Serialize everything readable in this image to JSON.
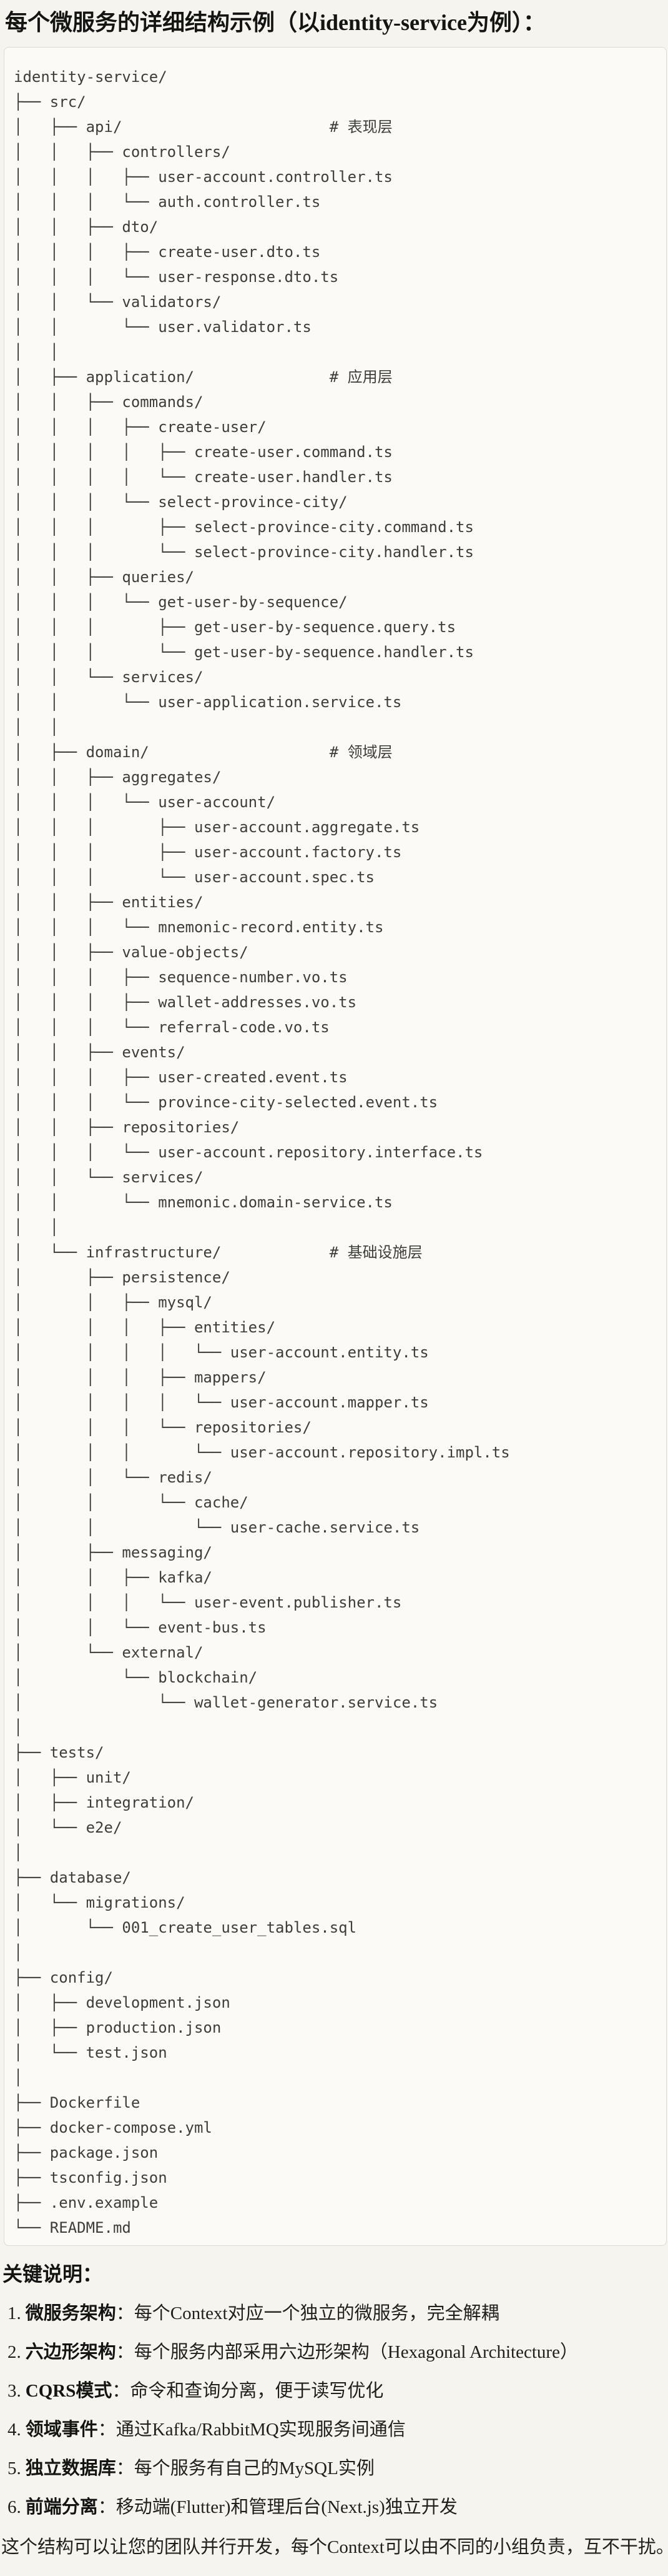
{
  "page": {
    "title": "每个微服务的详细结构示例（以identity-service为例）："
  },
  "tree": {
    "lines": [
      "identity-service/",
      "├── src/",
      "│   ├── api/                       # 表现层",
      "│   │   ├── controllers/",
      "│   │   │   ├── user-account.controller.ts",
      "│   │   │   └── auth.controller.ts",
      "│   │   ├── dto/",
      "│   │   │   ├── create-user.dto.ts",
      "│   │   │   └── user-response.dto.ts",
      "│   │   └── validators/",
      "│   │       └── user.validator.ts",
      "│   │",
      "│   ├── application/               # 应用层",
      "│   │   ├── commands/",
      "│   │   │   ├── create-user/",
      "│   │   │   │   ├── create-user.command.ts",
      "│   │   │   │   └── create-user.handler.ts",
      "│   │   │   └── select-province-city/",
      "│   │   │       ├── select-province-city.command.ts",
      "│   │   │       └── select-province-city.handler.ts",
      "│   │   ├── queries/",
      "│   │   │   └── get-user-by-sequence/",
      "│   │   │       ├── get-user-by-sequence.query.ts",
      "│   │   │       └── get-user-by-sequence.handler.ts",
      "│   │   └── services/",
      "│   │       └── user-application.service.ts",
      "│   │",
      "│   ├── domain/                    # 领域层",
      "│   │   ├── aggregates/",
      "│   │   │   └── user-account/",
      "│   │   │       ├── user-account.aggregate.ts",
      "│   │   │       ├── user-account.factory.ts",
      "│   │   │       └── user-account.spec.ts",
      "│   │   ├── entities/",
      "│   │   │   └── mnemonic-record.entity.ts",
      "│   │   ├── value-objects/",
      "│   │   │   ├── sequence-number.vo.ts",
      "│   │   │   ├── wallet-addresses.vo.ts",
      "│   │   │   └── referral-code.vo.ts",
      "│   │   ├── events/",
      "│   │   │   ├── user-created.event.ts",
      "│   │   │   └── province-city-selected.event.ts",
      "│   │   ├── repositories/",
      "│   │   │   └── user-account.repository.interface.ts",
      "│   │   └── services/",
      "│   │       └── mnemonic.domain-service.ts",
      "│   │",
      "│   └── infrastructure/            # 基础设施层",
      "│       ├── persistence/",
      "│       │   ├── mysql/",
      "│       │   │   ├── entities/",
      "│       │   │   │   └── user-account.entity.ts",
      "│       │   │   ├── mappers/",
      "│       │   │   │   └── user-account.mapper.ts",
      "│       │   │   └── repositories/",
      "│       │   │       └── user-account.repository.impl.ts",
      "│       │   └── redis/",
      "│       │       └── cache/",
      "│       │           └── user-cache.service.ts",
      "│       ├── messaging/",
      "│       │   ├── kafka/",
      "│       │   │   └── user-event.publisher.ts",
      "│       │   └── event-bus.ts",
      "│       └── external/",
      "│           └── blockchain/",
      "│               └── wallet-generator.service.ts",
      "│",
      "├── tests/",
      "│   ├── unit/",
      "│   ├── integration/",
      "│   └── e2e/",
      "│",
      "├── database/",
      "│   └── migrations/",
      "│       └── 001_create_user_tables.sql",
      "│",
      "├── config/",
      "│   ├── development.json",
      "│   ├── production.json",
      "│   └── test.json",
      "│",
      "├── Dockerfile",
      "├── docker-compose.yml",
      "├── package.json",
      "├── tsconfig.json",
      "├── .env.example",
      "└── README.md"
    ]
  },
  "notes": {
    "heading": "关键说明：",
    "items": [
      {
        "num": "1.",
        "label": "微服务架构",
        "text": "：每个Context对应一个独立的微服务，完全解耦"
      },
      {
        "num": "2.",
        "label": "六边形架构",
        "text": "：每个服务内部采用六边形架构（Hexagonal Architecture）"
      },
      {
        "num": "3.",
        "label": "CQRS模式",
        "text": "：命令和查询分离，便于读写优化"
      },
      {
        "num": "4.",
        "label": "领域事件",
        "text": "：通过Kafka/RabbitMQ实现服务间通信"
      },
      {
        "num": "5.",
        "label": "独立数据库",
        "text": "：每个服务有自己的MySQL实例"
      },
      {
        "num": "6.",
        "label": "前端分离",
        "text": "：移动端(Flutter)和管理后台(Next.js)独立开发"
      }
    ],
    "conclusion": "这个结构可以让您的团队并行开发，每个Context可以由不同的小组负责，互不干扰。"
  },
  "colors": {
    "page_bg": "#f6f4ef",
    "code_bg": "#fbfaf7",
    "code_border": "#dcdad2",
    "code_text": "#3d3d3a",
    "heading_text": "#141413",
    "body_text": "#201f1c"
  }
}
